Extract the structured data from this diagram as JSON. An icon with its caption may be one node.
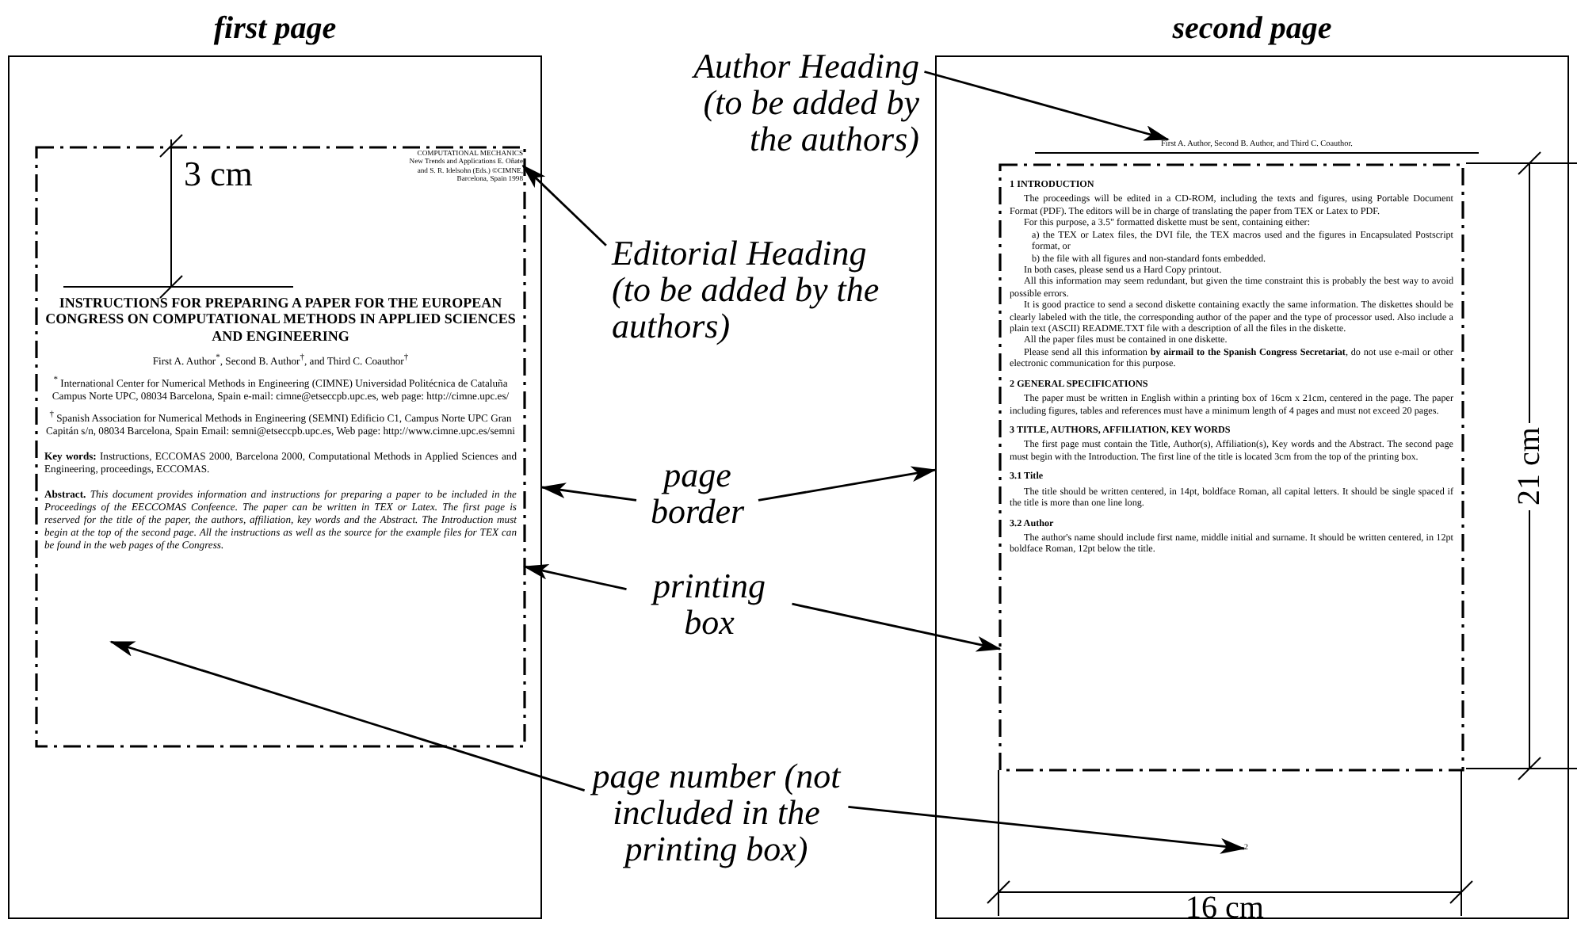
{
  "diagram": {
    "nodes": [
      {
        "text": [
          "first page"
        ]
      },
      {
        "text": [],
        "shape": "box",
        "in": 0
      },
      {
        "text": [
          "COMPUTATIONAL MECHANICS New Trends and Applications E. Oñate and S. R. Idelsohn (Eds.) ©CIMNE, Barcelona, Spain 1998"
        ],
        "in": 1
      },
      {
        "text": [
          "Author Heading (to be added by the authors)"
        ]
      },
      {
        "text": [
          "Editorial Heading (to be added by the authors)"
        ]
      },
      {
        "text": [
          "page border"
        ]
      },
      {
        "text": [
          "printing box"
        ]
      },
      {
        "text": [
          "page number (not included in the printing box)"
        ]
      },
      {
        "text": [
          "second page"
        ]
      },
      {
        "text": [
          "First A. Author, Second B. Author, and Third C. Coauthor."
        ],
        "in": 8
      },
      {
        "text": [],
        "shape": "box",
        "in": 8
      },
      {
        "text": [
          "2"
        ],
        "in": 8
      }
    ],
    "edges": [
      {
        "from": 3,
        "to": 9,
        "arrow": "to"
      },
      {
        "from": 4,
        "to": 2,
        "arrow": "to"
      },
      {
        "from": 5,
        "to": 0,
        "arrow": "to"
      },
      {
        "from": 5,
        "to": 8,
        "arrow": "to"
      },
      {
        "from": 6,
        "to": 1,
        "arrow": "to"
      },
      {
        "from": 6,
        "to": 10,
        "arrow": "to"
      },
      {
        "from": 7,
        "to": null,
        "arrow": "to"
      },
      {
        "from": 7,
        "to": 11,
        "arrow": "to"
      }
    ],
    "labels": [
      "3 cm",
      "INSTRUCTIONS FOR PREPARING A PAPER FOR THE EUROPEAN CONGRESS ON COMPUTATIONAL METHODS IN APPLIED SCIENCES AND ENGINEERING",
      "First A. Author$^{*}$, Second B. Author$^{†}$, and Third C. Coauthor$^{†}$",
      "$^{*}$ International Center for Numerical Methods in Engineering (CIMNE) Universidad Politécnica de Cataluña Campus Norte UPC, 08034 Barcelona, Spain e-mail: cimne@etseccpb.upc.es, web page: http://cimne.upc.es/",
      "$^{†}$ Spanish Association for Numerical Methods in Engineering (SEMNI) Edificio C1, Campus Norte UPC Gran Capitán s/n, 08034 Barcelona, Spain Email: semni@etseccpb.upc.es, Web page: http://www.cimne.upc.es/semni",
      "**Key words:** Instructions, ECCOMAS 2000, Barcelona 2000, Computational Methods in Applied Sciences and Engineering, proceedings, ECCOMAS.",
      "**Abstract.** *This document provides information and instructions for preparing a paper to be included in the Proceedings of the EECCOMAS Confeence. The paper can be written in TEX or Latex. The first page is reserved for the title of the paper, the authors, affiliation, key words and the Abstract. The Introduction must begin at the top of the second page. All the instructions as well as the source for the example files for TEX can be found in the web pages of the Congress.*",
      "1 INTRODUCTION",
      "The proceedings will be edited in a CD-ROM, including the texts and figures, using Portable Document Format (PDF). The editors will be in charge of translating the paper from TEX or Latex to PDF.",
      "For this purpose, a 3.5\" formatted diskette must be sent, containing either:",
      "a) the TEX or Latex files, the DVI file, the TEX macros used and the figures in Encapsulated Postscript format, or",
      "b) the file with all figures and non-standard fonts embedded.",
      "In both cases, please send us a Hard Copy printout.",
      "All this information may seem redundant, but given the time constraint this is probably the best way to avoid possible errors.",
      "It is good practice to send a second diskette containing exactly the same information. The diskettes should be clearly labeled with the title, the corresponding author of the paper and the type of processor used. Also include a plain text (ASCII) README.TXT file with a description of all the files in the diskette.",
      "All the paper files must be contained in one diskette.",
      "Please send all this information **by airmail to the Spanish Congress Secretariat**, do not use e-mail or other electronic communication for this purpose.",
      "2 GENERAL SPECIFICATIONS",
      "The paper must be written in English within a printing box of 16cm x 21cm, centered in the page. The paper including figures, tables and references must have a minimum length of 4 pages and must not exceed 20 pages.",
      "3 TITLE, AUTHORS, AFFILIATION, KEY WORDS",
      "The first page must contain the Title, Author(s), Affiliation(s), Key words and the Abstract. The second page must begin with the Introduction. The first line of the title is located 3cm from the top of the printing box.",
      "3.1 Title",
      "The title should be written centered, in 14pt, boldface Roman, all capital letters. It should be single spaced if the title is more than one line long.",
      "3.2 Author",
      "The author's name should include first name, middle initial and surname. It should be written centered, in 12pt boldface Roman, 12pt below the title.",
      "21 cm",
      "16 cm"
    ]
  }
}
